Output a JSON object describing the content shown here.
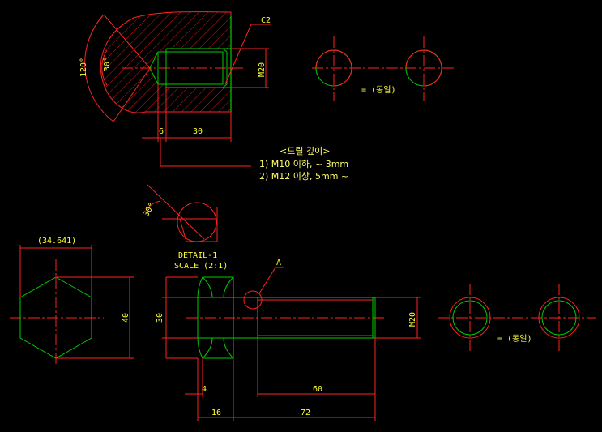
{
  "colors": {
    "background": "#000000",
    "outline": "#00cc00",
    "centerline": "#ff2222",
    "dimension_line": "#ff2222",
    "dimension_text": "#ffff33",
    "hatch": "#ff2222"
  },
  "top_section": {
    "angle_120": "120°",
    "angle_30": "30°",
    "chamfer_label": "C2",
    "thread_label": "M20",
    "dim_6": "6",
    "dim_30": "30",
    "equal_mark": "= (동일)"
  },
  "drill_note": {
    "heading": "<드릴 깊이>",
    "line1": "1) M10 이하, ~ 3mm",
    "line2": "2) M12 이상, 5mm ~"
  },
  "detail": {
    "angle": "30°",
    "title": "DETAIL-1",
    "scale": "SCALE (2:1)"
  },
  "bolt": {
    "across_corners": "(34.641)",
    "across_flats": "40",
    "head_height_dim": "30",
    "detail_ref": "A",
    "thread_label": "M20",
    "dim_4": "4",
    "dim_60": "60",
    "dim_16": "16",
    "dim_72": "72",
    "equal_mark": "= (동일)"
  }
}
